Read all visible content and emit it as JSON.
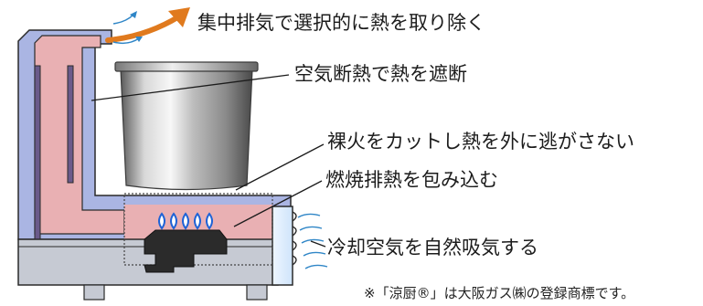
{
  "labels": {
    "exhaust": "集中排気で選択的に熱を取り除く",
    "air_insulation": "空気断熱で熱を遮断",
    "shield_flame": "裸火をカットし熱を外に逃がさない",
    "wrap_heat": "燃焼排熱を包み込む",
    "cool_air": "冷却空気を自然吸気する"
  },
  "footnote": "※「涼厨®」は大阪ガス㈱の登録商標です。",
  "colors": {
    "outer_air_layer": "#aab5e3",
    "hot_layer": "#e9b0b3",
    "base": "#c6cad3",
    "exhaust_arrow": "#e07a1e",
    "air_arrow": "#2f86c7",
    "flame": "#1f63d6",
    "burner": "#2b2b2b"
  }
}
